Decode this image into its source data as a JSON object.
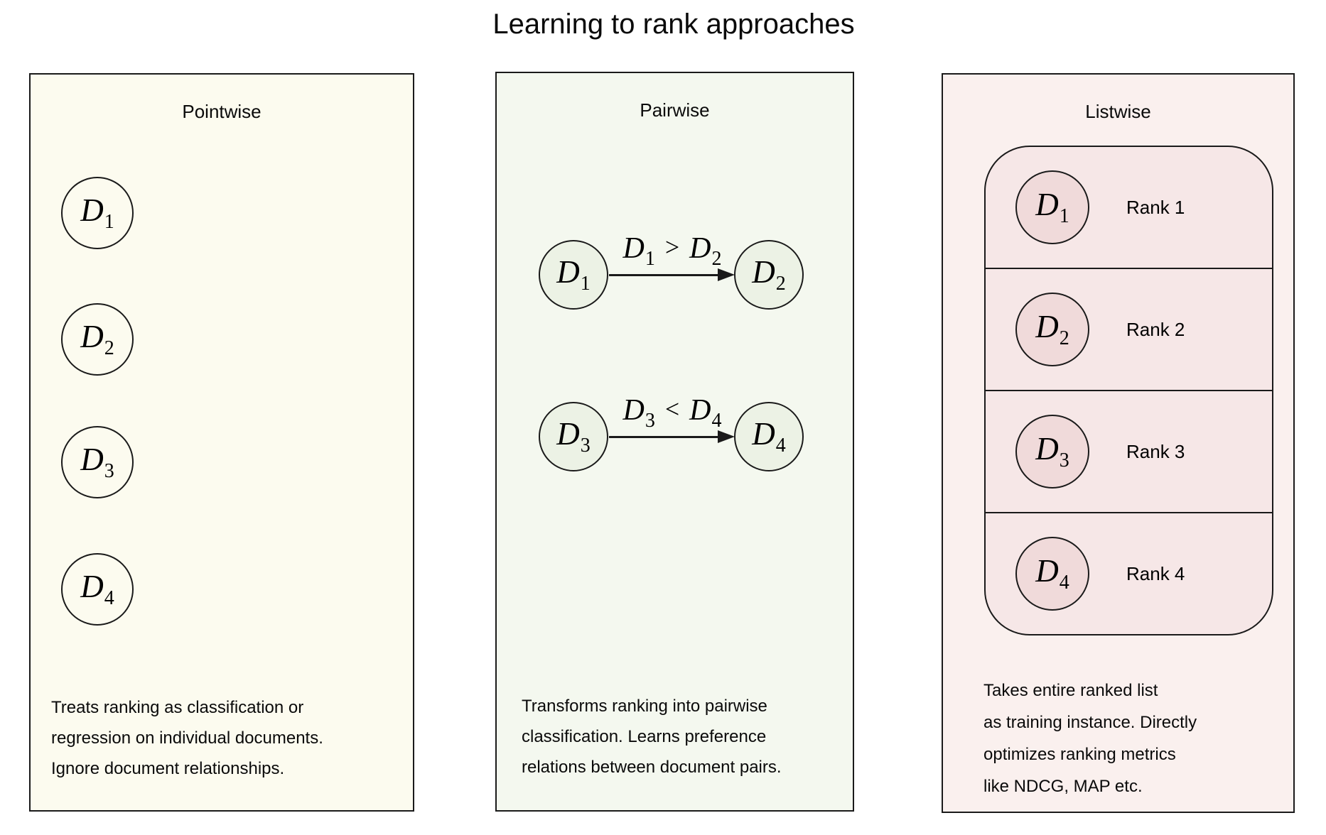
{
  "title": "Learning to rank approaches",
  "panels": {
    "pointwise": {
      "title": "Pointwise",
      "documents": [
        {
          "base": "D",
          "sub": "1"
        },
        {
          "base": "D",
          "sub": "2"
        },
        {
          "base": "D",
          "sub": "3"
        },
        {
          "base": "D",
          "sub": "4"
        }
      ],
      "description_lines": [
        "Treats ranking as classification or",
        "regression on individual documents.",
        "Ignore document relationships."
      ]
    },
    "pairwise": {
      "title": "Pairwise",
      "pairs": [
        {
          "from": {
            "base": "D",
            "sub": "1"
          },
          "to": {
            "base": "D",
            "sub": "2"
          },
          "relation": {
            "lhs_base": "D",
            "lhs_sub": "1",
            "op": ">",
            "rhs_base": "D",
            "rhs_sub": "2"
          }
        },
        {
          "from": {
            "base": "D",
            "sub": "3"
          },
          "to": {
            "base": "D",
            "sub": "4"
          },
          "relation": {
            "lhs_base": "D",
            "lhs_sub": "3",
            "op": "<",
            "rhs_base": "D",
            "rhs_sub": "4"
          }
        }
      ],
      "description_lines": [
        "Transforms ranking into pairwise",
        "classification. Learns preference",
        "relations between document pairs."
      ]
    },
    "listwise": {
      "title": "Listwise",
      "ranks": [
        {
          "doc_base": "D",
          "doc_sub": "1",
          "label": "Rank 1"
        },
        {
          "doc_base": "D",
          "doc_sub": "2",
          "label": "Rank 2"
        },
        {
          "doc_base": "D",
          "doc_sub": "3",
          "label": "Rank 3"
        },
        {
          "doc_base": "D",
          "doc_sub": "4",
          "label": "Rank 4"
        }
      ],
      "description_lines": [
        "Takes entire ranked list",
        "as training instance. Directly",
        "optimizes ranking metrics",
        "like NDCG, MAP etc."
      ]
    }
  },
  "colors": {
    "pointwise_bg": "#FCFBEF",
    "pairwise_bg": "#F4F8EF",
    "pairwise_circle_fill": "#ECF2E5",
    "listwise_bg": "#FAF0EE",
    "listwise_list_fill": "#F6E7E7",
    "listwise_circle_fill": "#F0DADA",
    "stroke": "#1A1A1A"
  }
}
